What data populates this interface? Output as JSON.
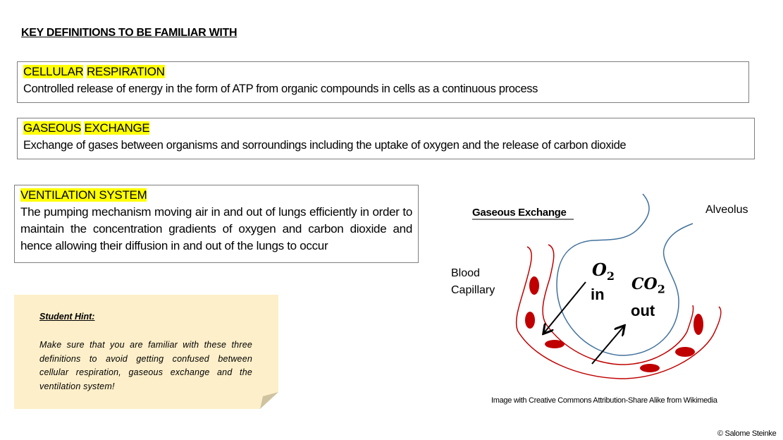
{
  "title": "KEY DEFINITIONS TO BE FAMILIAR WITH",
  "definitions": [
    {
      "term_parts": [
        "CELLULAR",
        "RESPIRATION"
      ],
      "text": "Controlled release of energy in the form of ATP from organic compounds in cells as a continuous process"
    },
    {
      "term_parts": [
        "GASEOUS",
        "EXCHANGE"
      ],
      "text": "Exchange of gases between organisms and sorroundings including the uptake of oxygen and the release of carbon dioxide"
    },
    {
      "term_parts": [
        "VENTILATION SYSTEM"
      ],
      "text": "The pumping mechanism moving air in and out of lungs efficiently in order to maintain the concentration gradients of oxygen and carbon dioxide and hence allowing their diffusion in and out of the lungs to occur"
    }
  ],
  "hint": {
    "title": "Student Hint:",
    "text": "Make sure that you are familiar with these three definitions to avoid getting confused between cellular respiration, gaseous exchange and the ventilation system!"
  },
  "diagram": {
    "title": "Gaseous Exchange",
    "alveolus_label": "Alveolus",
    "capillary_label_1": "Blood",
    "capillary_label_2": "Capillary",
    "o2": "O",
    "o2_sub": "2",
    "in": "in",
    "co2": "CO",
    "co2_sub": "2",
    "out": "out",
    "credit": "Image with Creative Commons Attribution-Share Alike from Wikimedia",
    "colors": {
      "alveolus": "#41719c",
      "capillary": "#c00000",
      "cells": "#c00000"
    }
  },
  "copyright": "© Salome Steinke"
}
